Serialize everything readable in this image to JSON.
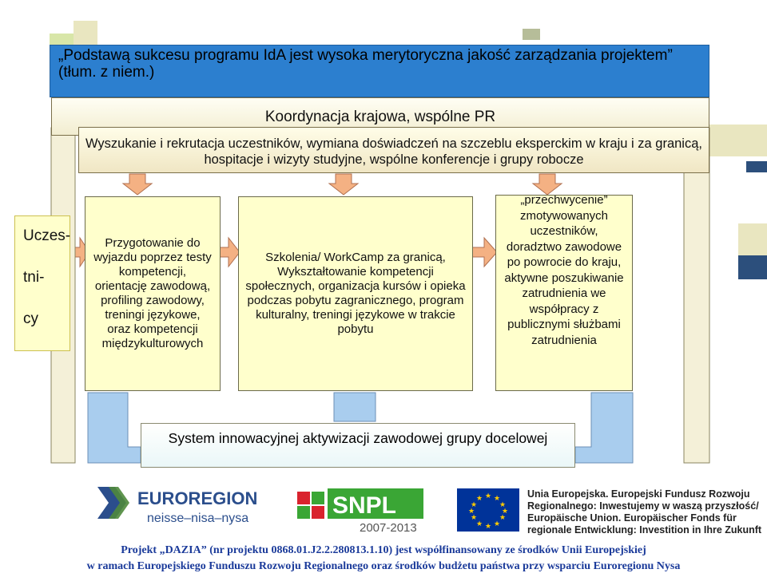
{
  "header": {
    "title": "„Podstawą sukcesu programu IdA jest wysoka merytoryczna jakość zarządzania projektem” (tłum. z niem.)"
  },
  "rows": {
    "koordynacja": "Koordynacja krajowa, wspólne PR",
    "wyszukanie": "Wyszukanie i rekrutacja uczestników, wymiana doświadczeń na szczeblu eksperckim w kraju i za granicą, hospitacje i wizyty studyjne, wspólne konferencje i grupy robocze"
  },
  "side_label": {
    "line1": "Uczes-",
    "line2": "tni-",
    "line3": "cy"
  },
  "boxes": {
    "left": "Przygotowanie do wyjazdu poprzez testy kompetencji, orientację zawodową, profiling zawodowy, treningi językowe, oraz kompetencji międzykulturowych",
    "middle": "Szkolenia/ WorkCamp za granicą, Wykształtowanie kompetencji społecznych, organizacja kursów i opieka podczas pobytu zagranicznego, program kulturalny, treningi językowe w trakcie pobytu",
    "right": "„przechwycenie” zmotywowanych uczestników, doradztwo zawodowe po powrocie do kraju, aktywne poszukiwanie zatrudnienia we współpracy z publicznymi służbami zatrudnienia"
  },
  "system": "System innowacyjnej aktywizacji zawodowej grupy docelowej",
  "logos": {
    "euroregion_main": "EUROREGION",
    "euroregion_sub": "neisse–nisa–nysa",
    "snpl_main": "SNPL",
    "snpl_years": "2007-2013",
    "eu_line1": "Unia Europejska. Europejski Fundusz Rozwoju",
    "eu_line2": "Regionalnego: Inwestujemy w waszą przyszłość/",
    "eu_line3": "Europäische Union. Europäischer Fonds für",
    "eu_line4": "regionale Entwicklung: Investition in Ihre Zukunft"
  },
  "footer": {
    "line1": "Projekt „DAZIA” (nr projektu 0868.01.J2.2.280813.1.10) jest współfinansowany ze środków Unii Europejskiej",
    "line2": "w ramach Europejskiego Funduszu Rozwoju Regionalnego oraz środków budżetu państwa przy wsparciu Euroregionu Nysa"
  },
  "colors": {
    "title_bar": "#2c7fcf",
    "box_fill": "#ffffcc",
    "arrow": "#f4b183",
    "arrow_blue": "#9fc6ea",
    "footer_text": "#1a3a9a",
    "eu_flag": "#003399",
    "eu_stars": "#ffcc00",
    "euroregion": "#2b4e8c",
    "snpl_green": "#3aa635",
    "snpl_red": "#d9232e"
  }
}
